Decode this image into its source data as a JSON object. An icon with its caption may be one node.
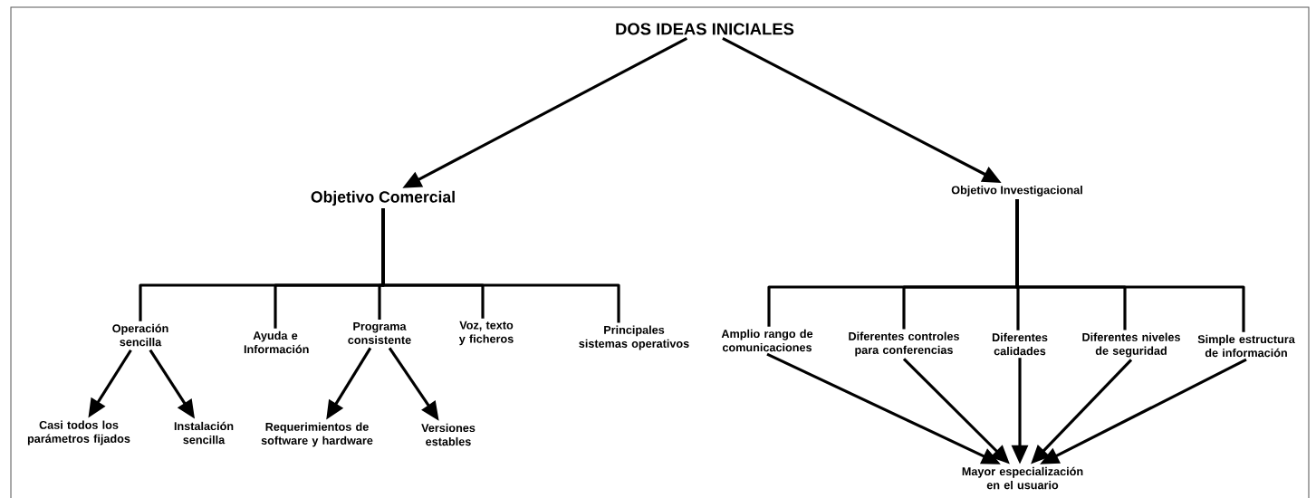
{
  "diagram": {
    "nodes": [
      {
        "text": [
          "DOS IDEAS INICIALES"
        ]
      },
      {
        "text": [
          "Objetivo Comercial"
        ]
      },
      {
        "text": [
          "Objetivo Investigacional"
        ]
      },
      {
        "text": [
          "Operación sencilla"
        ]
      },
      {
        "text": [
          "Ayuda e Información"
        ]
      },
      {
        "text": [
          "Programa consistente"
        ]
      },
      {
        "text": [
          "Voz, texto y ficheros"
        ]
      },
      {
        "text": [
          "Principales sistemas operativos"
        ]
      },
      {
        "text": [
          "Casi todos los parámetros fijados"
        ]
      },
      {
        "text": [
          "Instalación sencilla"
        ]
      },
      {
        "text": [
          "Requerimientos de software y hardware"
        ]
      },
      {
        "text": [
          "Versiones estables"
        ]
      },
      {
        "text": [
          "Amplio rango de comunicaciones"
        ]
      },
      {
        "text": [
          "Diferentes controles para conferencias"
        ]
      },
      {
        "text": [
          "Diferentes calidades"
        ]
      },
      {
        "text": [
          "Diferentes niveles de seguridad"
        ]
      },
      {
        "text": [
          "Simple estructura de información"
        ]
      },
      {
        "text": [
          "Mayor especialización en el usuario"
        ]
      }
    ],
    "edges": [
      {
        "from": 0,
        "to": 1,
        "arrow": "to"
      },
      {
        "from": 0,
        "to": 2,
        "arrow": "to"
      },
      {
        "from": 1,
        "to": 3,
        "arrow": "none"
      },
      {
        "from": 1,
        "to": 4,
        "arrow": "none"
      },
      {
        "from": 1,
        "to": 5,
        "arrow": "none"
      },
      {
        "from": 1,
        "to": 6,
        "arrow": "none"
      },
      {
        "from": 1,
        "to": 7,
        "arrow": "none"
      },
      {
        "from": 3,
        "to": 8,
        "arrow": "to"
      },
      {
        "from": 3,
        "to": 9,
        "arrow": "to"
      },
      {
        "from": 5,
        "to": 10,
        "arrow": "to"
      },
      {
        "from": 5,
        "to": 11,
        "arrow": "to"
      },
      {
        "from": 2,
        "to": 12,
        "arrow": "none"
      },
      {
        "from": 2,
        "to": 13,
        "arrow": "none"
      },
      {
        "from": 2,
        "to": 14,
        "arrow": "none"
      },
      {
        "from": 2,
        "to": 15,
        "arrow": "none"
      },
      {
        "from": 2,
        "to": 16,
        "arrow": "none"
      },
      {
        "from": 12,
        "to": 17,
        "arrow": "to"
      },
      {
        "from": 13,
        "to": 17,
        "arrow": "to"
      },
      {
        "from": 14,
        "to": 17,
        "arrow": "to"
      },
      {
        "from": 15,
        "to": 17,
        "arrow": "to"
      },
      {
        "from": 16,
        "to": 17,
        "arrow": "to"
      }
    ]
  }
}
